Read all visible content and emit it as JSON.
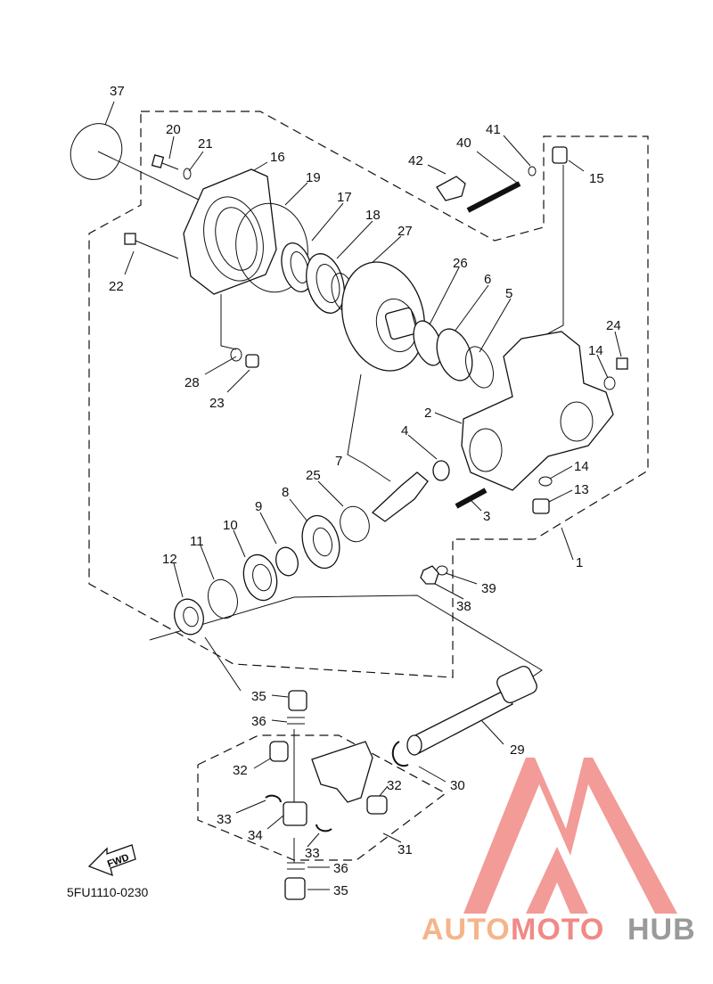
{
  "diagram": {
    "code": "5FU1110-0230",
    "fwd_label": "FWD",
    "callouts": [
      "1",
      "2",
      "3",
      "4",
      "5",
      "6",
      "7",
      "8",
      "9",
      "10",
      "11",
      "12",
      "13",
      "14",
      "14",
      "15",
      "16",
      "17",
      "18",
      "19",
      "20",
      "21",
      "22",
      "23",
      "24",
      "25",
      "26",
      "27",
      "28",
      "29",
      "30",
      "31",
      "32",
      "32",
      "33",
      "33",
      "34",
      "35",
      "35",
      "36",
      "36",
      "37",
      "38",
      "39",
      "40",
      "41",
      "42"
    ]
  },
  "watermark": {
    "part1": "AUTO",
    "part2": "MOTO",
    "part3": "HUB",
    "colors": {
      "auto": "#f5b48a",
      "moto": "#f08a86",
      "hub": "#9a9a9a",
      "logo": "#f08a86"
    }
  }
}
